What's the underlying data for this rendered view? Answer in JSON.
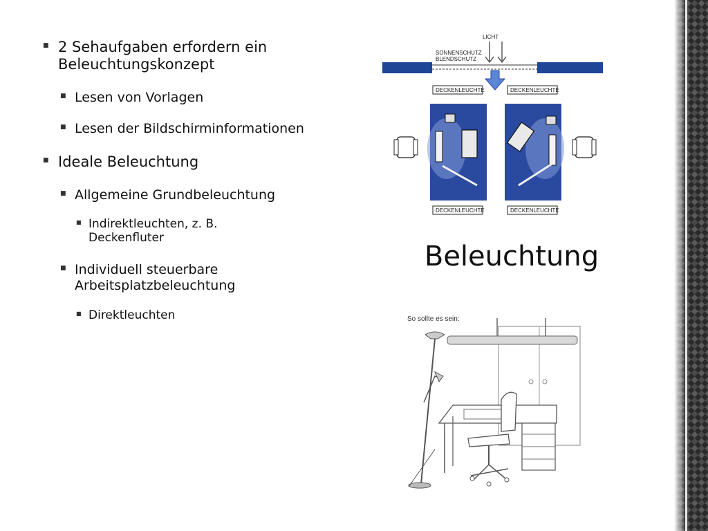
{
  "bullets": [
    {
      "level": 1,
      "text": "2 Sehaufgaben erfordern ein Beleuchtungskonzept"
    },
    {
      "level": 2,
      "text": "Lesen von Vorlagen"
    },
    {
      "level": 2,
      "text": "Lesen der Bildschirminformationen"
    },
    {
      "level": 1,
      "text": "Ideale Beleuchtung"
    },
    {
      "level": 2,
      "text": "Allgemeine Grundbeleuchtung"
    },
    {
      "level": 3,
      "text": "Indirektleuchten, z. B. Deckenfluter"
    },
    {
      "level": 2,
      "text": "Individuell steuerbare Arbeitsplatzbeleuchtung"
    },
    {
      "level": 3,
      "text": "Direktleuchten"
    }
  ],
  "title": "Beleuchtung",
  "top_diagram": {
    "licht": "LICHT",
    "sonnenschutz": "SONNENSCHUTZ",
    "blendschutz": "BLENDSCHUTZ",
    "deckenleuchte_tl": "DECKENLEUCHTE",
    "deckenleuchte_tr": "DECKENLEUCHTE",
    "deckenleuchte_bl": "DECKENLEUCHTE",
    "deckenleuchte_br": "DECKENLEUCHTE",
    "colors": {
      "desk": "#2a4aa0",
      "window": "#1f4596"
    }
  },
  "bottom_illustration": {
    "caption": "So sollte es sein:"
  },
  "colors": {
    "bullet_marker": "#333333",
    "text": "#111111"
  }
}
